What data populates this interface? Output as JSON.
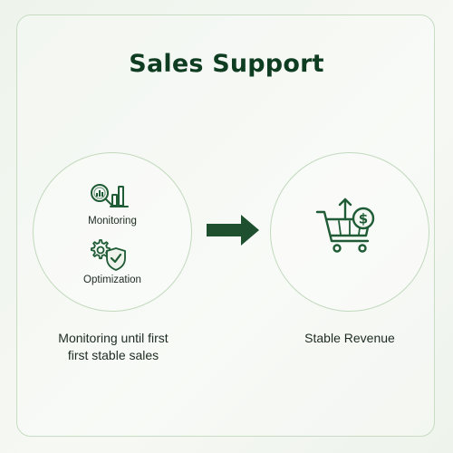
{
  "title": "Sales Support",
  "left_stage": {
    "items": [
      {
        "label": "Monitoring",
        "icon": "magnifier-chart-icon"
      },
      {
        "label": "Optimization",
        "icon": "gear-shield-check-icon"
      }
    ],
    "caption_line1": "Monitoring until first",
    "caption_line2": "first stable sales"
  },
  "right_stage": {
    "icon": "cart-dollar-up-arrow-icon",
    "caption": "Stable Revenue"
  },
  "connector": {
    "icon": "right-arrow-icon"
  },
  "colors": {
    "primary": "#1f5b34",
    "title": "#0f3d22",
    "border": "#c2d9bd",
    "background": "#f1f5ef"
  }
}
